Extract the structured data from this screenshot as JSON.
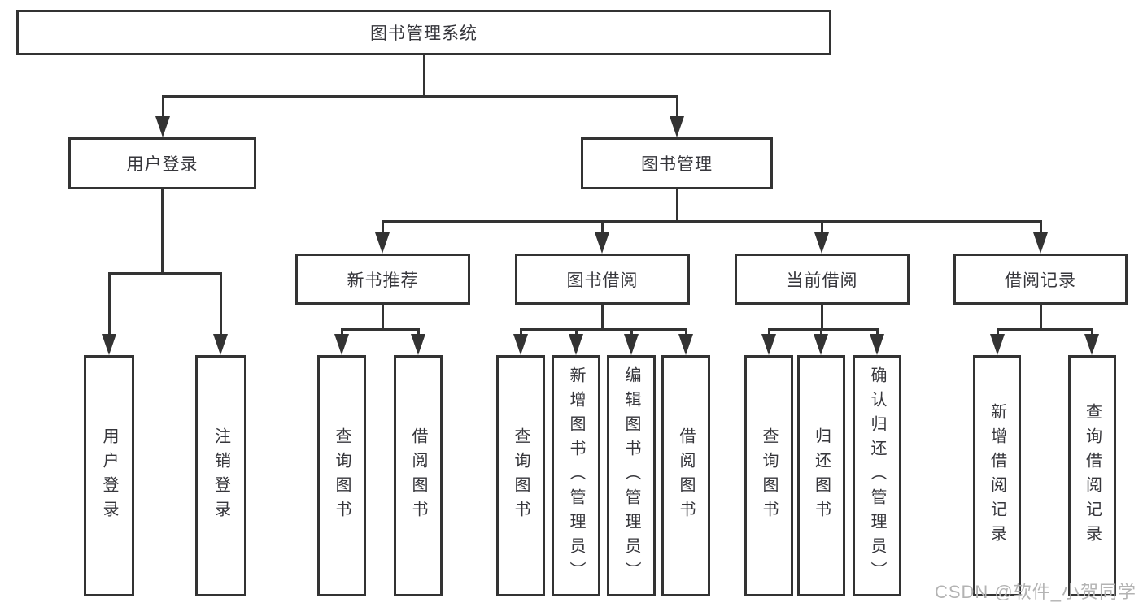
{
  "tree": {
    "root": "图书管理系统",
    "level2": {
      "user_login": "用户登录",
      "book_mgmt": "图书管理"
    },
    "level3": {
      "recommend": "新书推荐",
      "borrow": "图书借阅",
      "current": "当前借阅",
      "records": "借阅记录"
    },
    "leaves": {
      "user": [
        "用户登录",
        "注销登录"
      ],
      "recommend": [
        "查询图书",
        "借阅图书"
      ],
      "borrow": [
        "查询图书",
        "新增图书（管理员）",
        "编辑图书（管理员）",
        "借阅图书"
      ],
      "current": [
        "查询图书",
        "归还图书",
        "确认归还（管理员）"
      ],
      "records": [
        "新增借阅记录",
        "查询借阅记录"
      ]
    }
  },
  "watermark": "CSDN @软件_小贺同学",
  "colors": {
    "line": "#333333",
    "text": "#36363b",
    "watermark": "#b3b3b3",
    "background": "#ffffff"
  }
}
